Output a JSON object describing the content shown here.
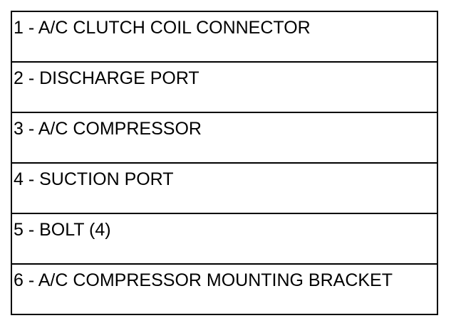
{
  "legend": {
    "items": [
      "1 - A/C CLUTCH COIL CONNECTOR",
      "2 - DISCHARGE PORT",
      "3 - A/C COMPRESSOR",
      "4 - SUCTION PORT",
      "5 - BOLT (4)",
      "6 - A/C COMPRESSOR MOUNTING BRACKET"
    ]
  }
}
